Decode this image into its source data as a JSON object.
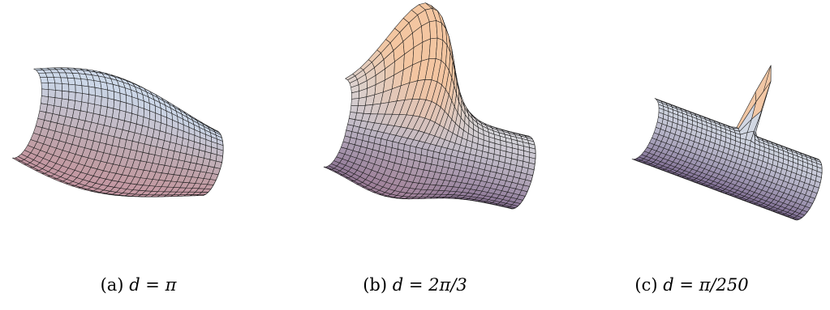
{
  "figures": [
    {
      "id": "a",
      "label": "(a)",
      "math": "d = π"
    },
    {
      "id": "b",
      "label": "(b)",
      "math": "d = 2π/3"
    },
    {
      "id": "c",
      "label": "(c)",
      "math": "d = π/250"
    }
  ],
  "colors": {
    "shade_dark": "#6b5a86",
    "shade_light_blue": "#d6e4f2",
    "shade_pink": "#d9a3a8",
    "shade_peach": "#f6c9a0",
    "mesh": "#1a1a1a"
  }
}
